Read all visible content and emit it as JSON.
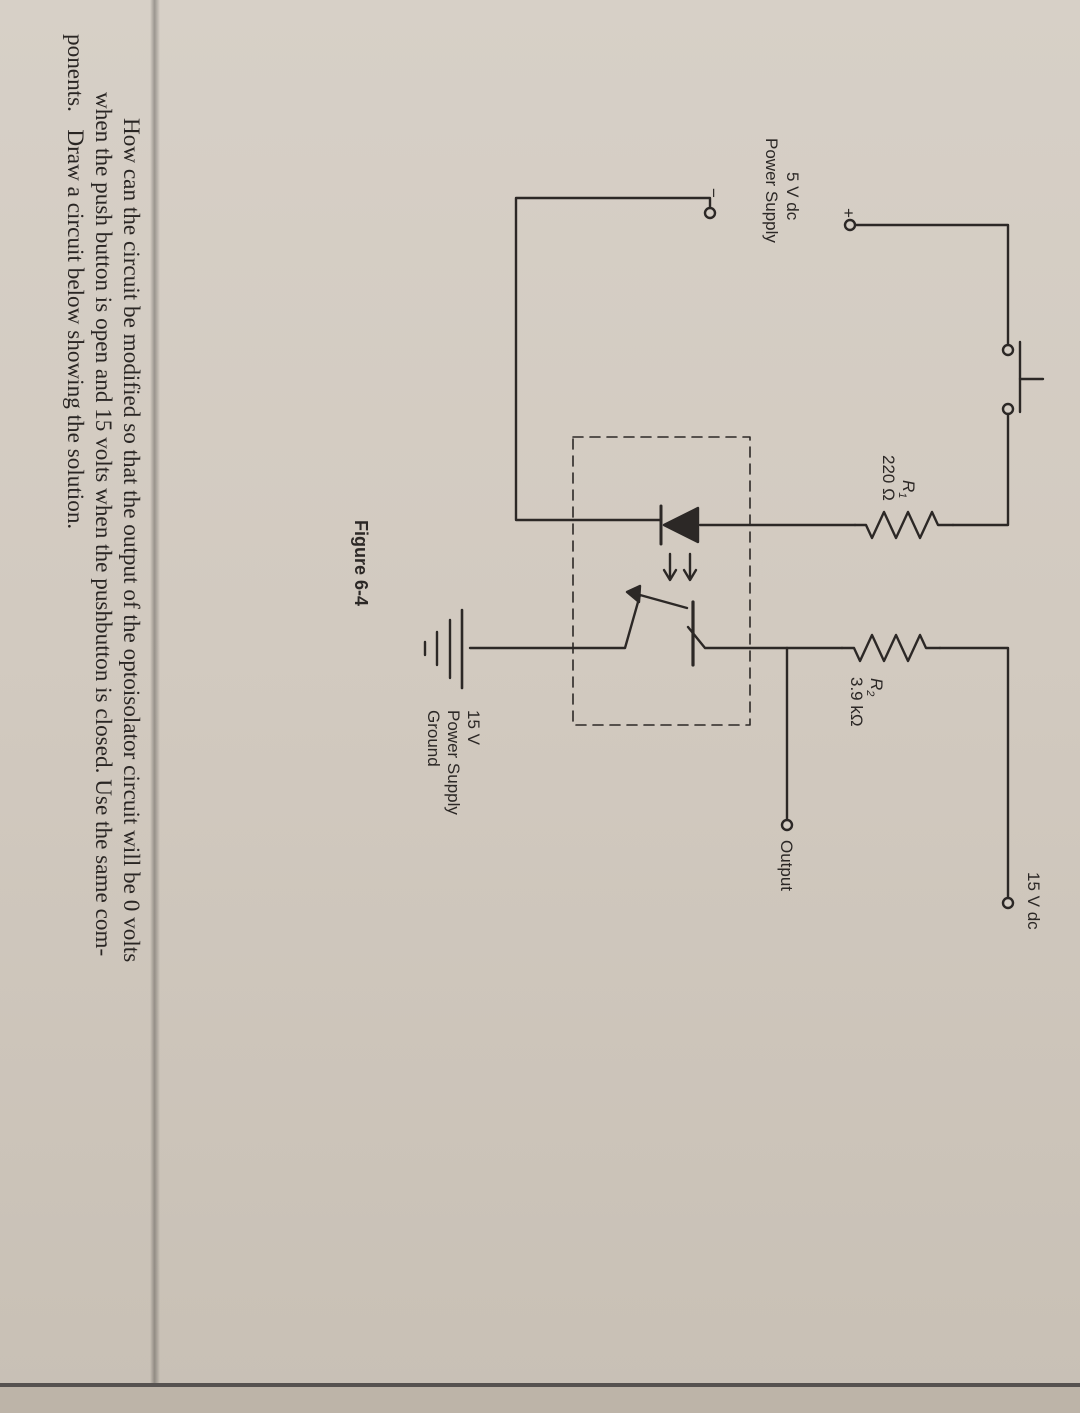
{
  "figure": {
    "caption": "Figure 6-4",
    "left_supply": {
      "plus": "+",
      "minus": "−",
      "line1": "5 V dc",
      "line2": "Power Supply"
    },
    "r1": {
      "name": "R",
      "sub": "1",
      "value": "220 Ω"
    },
    "r2": {
      "name": "R",
      "sub": "2",
      "value": "3.9 kΩ"
    },
    "supply_15v": "15 V dc",
    "output": "Output",
    "ground": {
      "line1": "15 V",
      "line2": "Power Supply",
      "line3": "Ground"
    }
  },
  "question": {
    "line1": "How can the circuit be modified so that the output of the optoisolator circuit will be 0 volts",
    "line2": "when the push button is open and 15 volts when the pushbutton is closed. Use the same com-",
    "line3": "ponents.   Draw a circuit below showing the solution."
  }
}
